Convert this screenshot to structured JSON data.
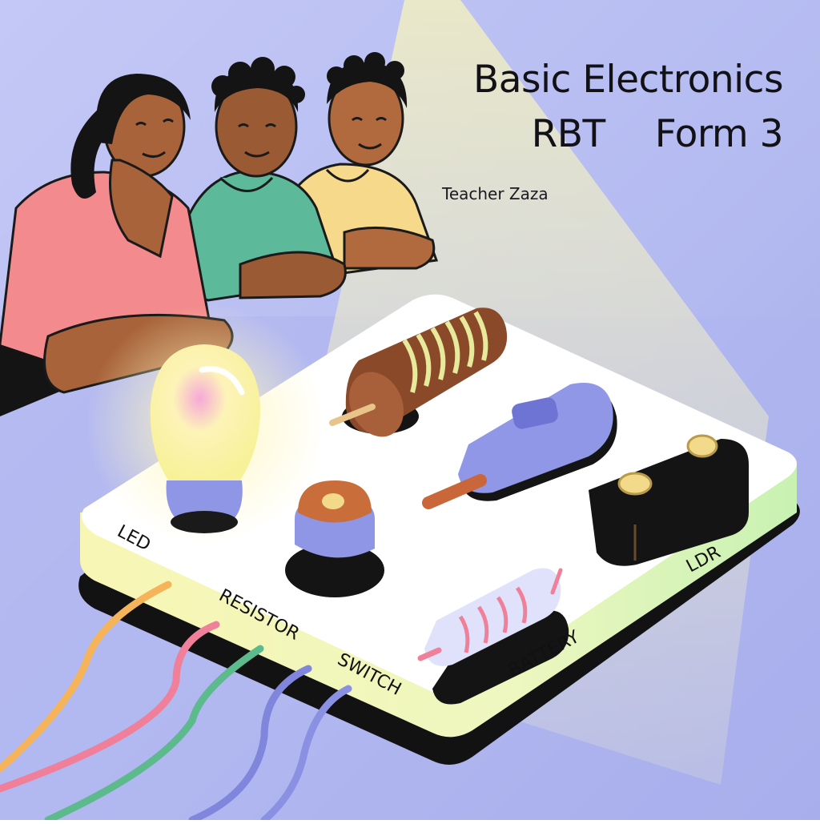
{
  "title": {
    "line1": "Basic Electronics",
    "line2_left": "RBT",
    "line2_right": "Form 3"
  },
  "teacher": "Teacher Zaza",
  "board_labels": {
    "led": "LED",
    "resistor": "RESISTOR",
    "switch": "SWITCH",
    "battery": "BATTERY",
    "ldr": "LDR"
  },
  "colors": {
    "background": "#b7bff1",
    "board_top": "#ffffff",
    "board_edge_glow": "#f6f4b8",
    "board_base": "#121212",
    "bulb_glow": "#fbf6b0",
    "wire_orange": "#f5b45a",
    "wire_pink": "#f07f9a",
    "wire_green": "#5cba8c",
    "wire_blue": "#7f86dc",
    "shirt_pink": "#f38a8d",
    "shirt_teal": "#5cba9a",
    "shirt_yellow": "#f6d98a"
  },
  "icons": [
    "light-bulb-icon",
    "inductor-coil-icon",
    "slide-switch-icon",
    "battery-block-icon",
    "resistor-cap-icon",
    "capacitor-roll-icon"
  ]
}
